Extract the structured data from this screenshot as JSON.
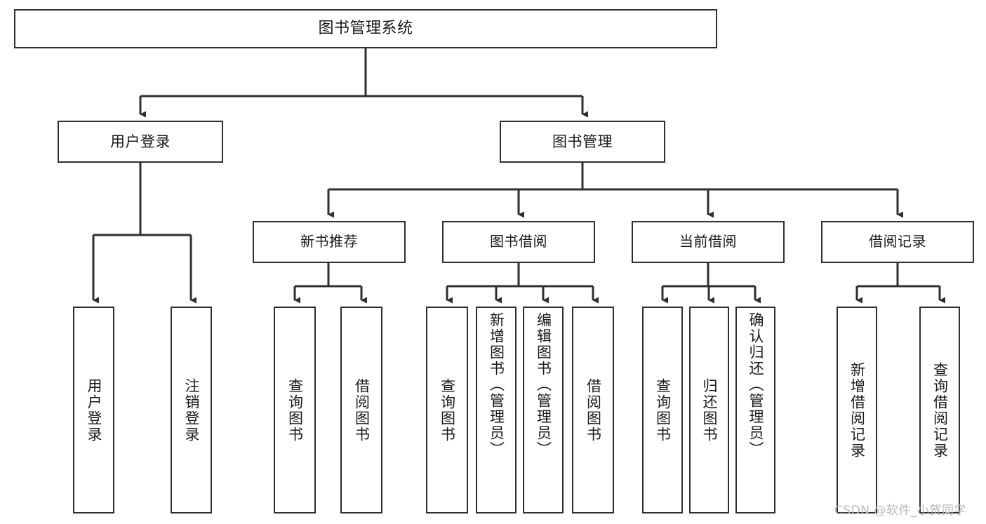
{
  "diagram": {
    "type": "tree",
    "title": "图书管理系统",
    "watermark": "CSDN @软件_小贺同学",
    "colors": {
      "border": "#2f2f2f",
      "background": "#ffffff",
      "text": "#1a1a1a",
      "watermark": "#b9b9b9"
    },
    "root": {
      "label": "图书管理系统"
    },
    "level1": [
      {
        "label": "用户登录"
      },
      {
        "label": "图书管理"
      }
    ],
    "level2": [
      {
        "label": "新书推荐"
      },
      {
        "label": "图书借阅"
      },
      {
        "label": "当前借阅"
      },
      {
        "label": "借阅记录"
      }
    ],
    "leaves": {
      "user_login": [
        {
          "label": "用户登录"
        },
        {
          "label": "注销登录"
        }
      ],
      "new_book_recommend": [
        {
          "label": "查询图书"
        },
        {
          "label": "借阅图书"
        }
      ],
      "book_borrow": [
        {
          "label": "查询图书"
        },
        {
          "label": "新增图书（管理员）"
        },
        {
          "label": "编辑图书（管理员）"
        },
        {
          "label": "借阅图书"
        }
      ],
      "current_borrow": [
        {
          "label": "查询图书"
        },
        {
          "label": "归还图书"
        },
        {
          "label": "确认归还（管理员）"
        }
      ],
      "borrow_record": [
        {
          "label": "新增借阅记录"
        },
        {
          "label": "查询借阅记录"
        }
      ]
    }
  }
}
